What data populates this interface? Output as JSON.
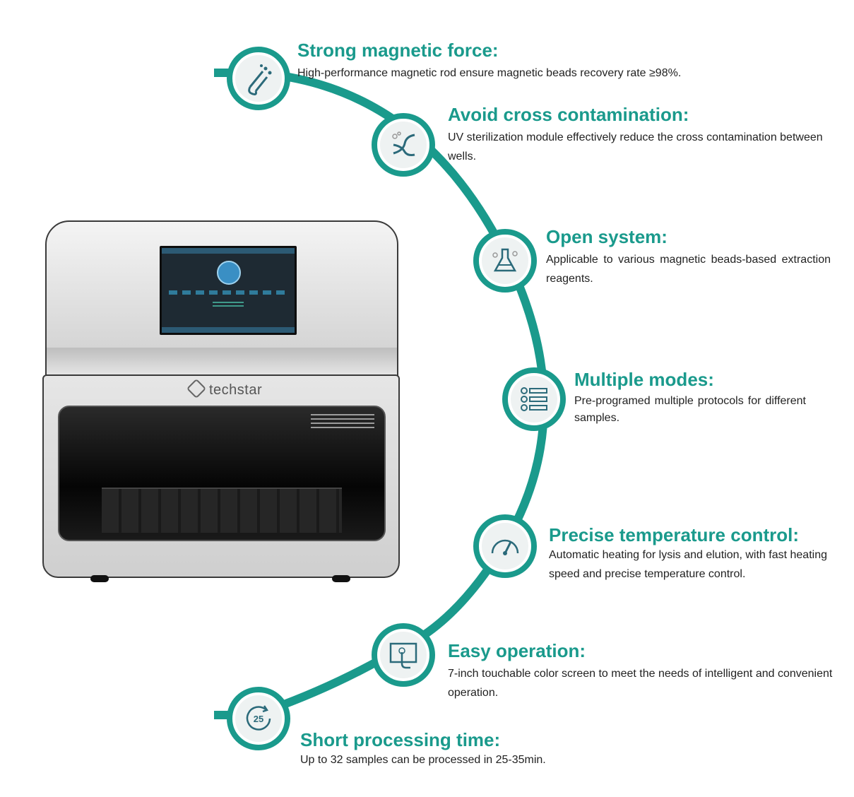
{
  "accent_color": "#1a9a8c",
  "device": {
    "brand": "techstar"
  },
  "features": [
    {
      "icon": "magnet-icon",
      "title": "Strong magnetic force:",
      "text": "High-performance magnetic rod ensure magnetic beads recovery rate ≥98%."
    },
    {
      "icon": "dna-icon",
      "title": "Avoid cross contamination:",
      "text": "UV sterilization module effectively reduce the cross contamination between wells."
    },
    {
      "icon": "flask-icon",
      "title": "Open system:",
      "text": "Applicable to various magnetic beads-based extraction reagents."
    },
    {
      "icon": "list-modes-icon",
      "title": "Multiple modes:",
      "text": "Pre-programed multiple protocols for different samples."
    },
    {
      "icon": "gauge-icon",
      "title": "Precise temperature control:",
      "text": "Automatic heating for lysis and elution, with fast heating speed and precise temperature control."
    },
    {
      "icon": "touch-screen-icon",
      "title": "Easy operation:",
      "text": "7-inch touchable color screen to meet the needs of intelligent and convenient operation."
    },
    {
      "icon": "timer-25-icon",
      "title": "Short processing time:",
      "text": "Up to 32 samples can be processed in 25-35min.",
      "icon_number": "25"
    }
  ]
}
